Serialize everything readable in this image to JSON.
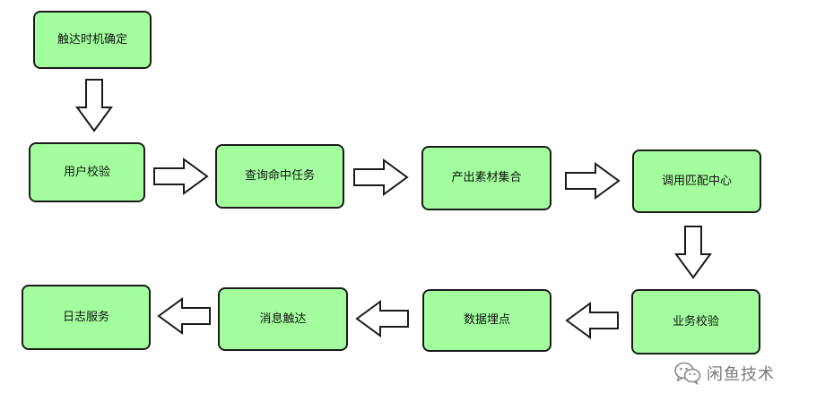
{
  "nodes": {
    "trigger_timing": "触达时机确定",
    "user_check": "用户校验",
    "query_task": "查询命中任务",
    "produce_material": "产出素材集合",
    "match_center": "调用匹配中心",
    "business_check": "业务校验",
    "data_tracking": "数据埋点",
    "message_reach": "消息触达",
    "log_service": "日志服务"
  },
  "watermark": {
    "text": "闲鱼技术",
    "icon": "wechat-icon"
  }
}
